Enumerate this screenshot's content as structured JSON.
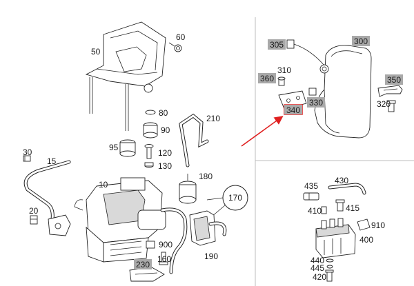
{
  "callouts": {
    "c50": "50",
    "c60": "60",
    "c80": "80",
    "c90": "90",
    "c95": "95",
    "c120": "120",
    "c130": "130",
    "c210": "210",
    "c30": "30",
    "c15": "15",
    "c10": "10",
    "c180": "180",
    "c170": "170",
    "c20": "20",
    "c900": "900",
    "c160": "160",
    "c190": "190",
    "c230": "230",
    "c300": "300",
    "c305": "305",
    "c310": "310",
    "c360": "360",
    "c330": "330",
    "c340": "340",
    "c350": "350",
    "c320": "320",
    "c435": "435",
    "c430": "430",
    "c410": "410",
    "c415": "415",
    "c910": "910",
    "c400": "400",
    "c440": "440",
    "c445": "445",
    "c420": "420"
  },
  "colors": {
    "highlight_tag": "#a9a9a9",
    "annotation_arrow": "#e02020",
    "divider": "#bdbdbd"
  }
}
